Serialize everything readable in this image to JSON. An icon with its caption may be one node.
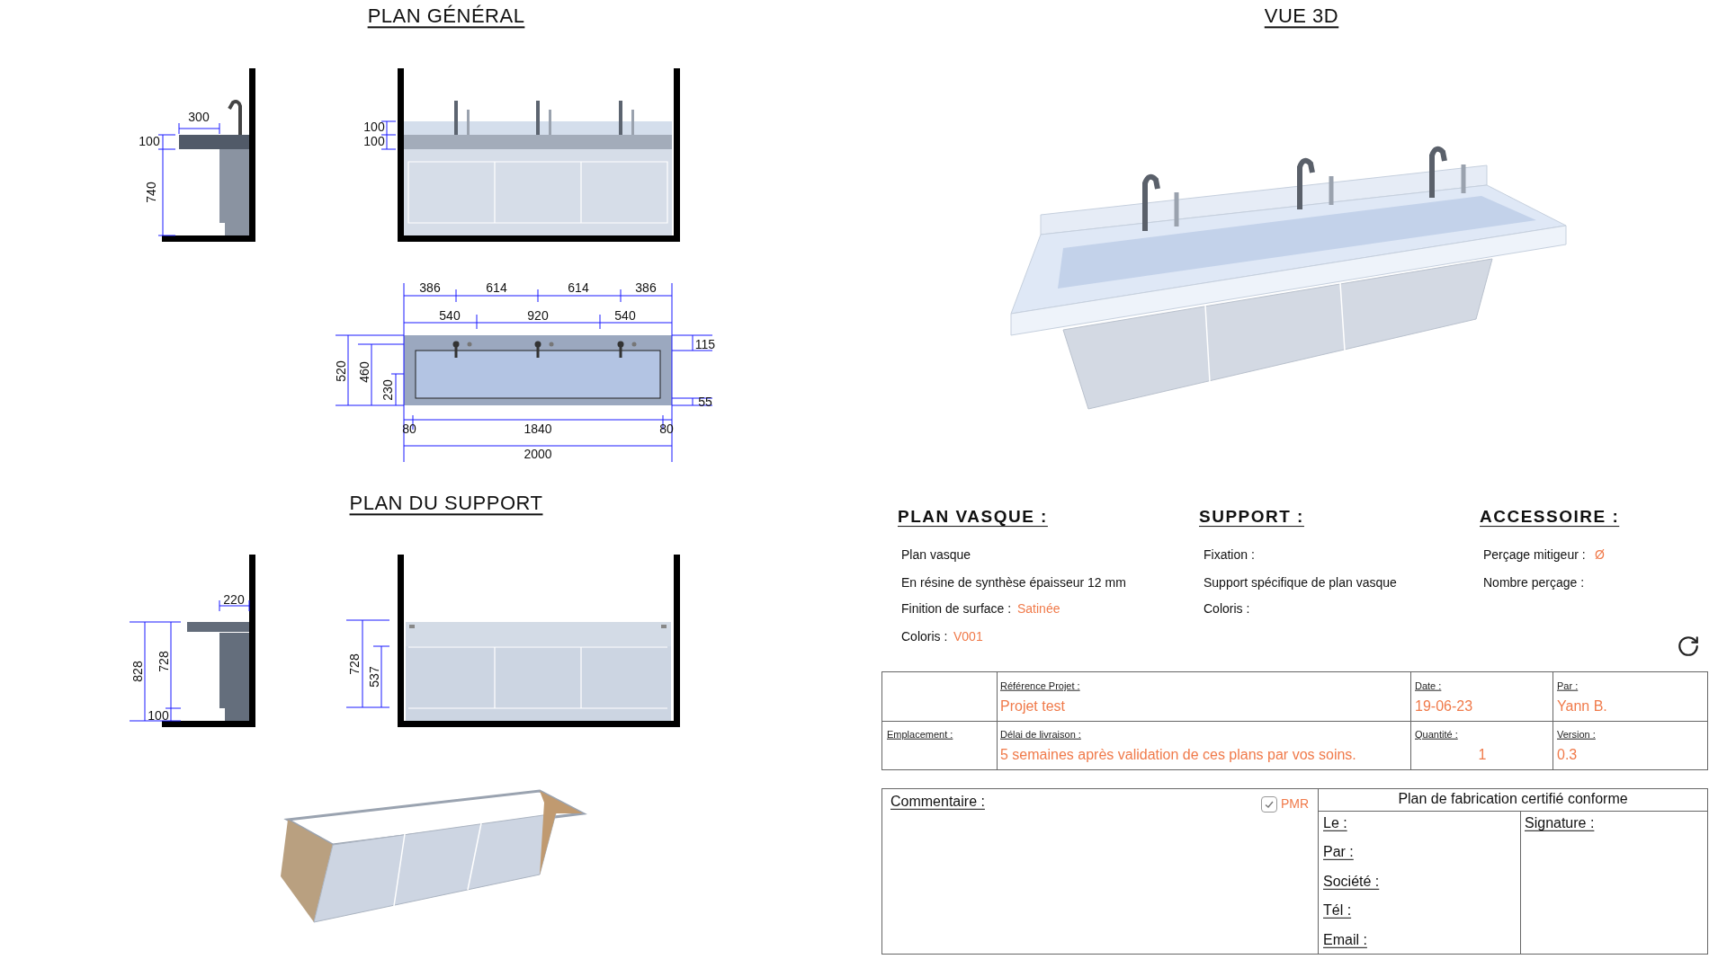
{
  "diagram": {
    "labels": [
      "PLAN GÉNÉRAL",
      "VUE 3D",
      "300",
      "100",
      "100",
      "100",
      "740",
      "386",
      "614",
      "614",
      "386",
      "540",
      "920",
      "540",
      "115",
      "520",
      "460",
      "230",
      "55",
      "80",
      "1840",
      "80",
      "2000",
      "PLAN DU SUPPORT",
      "PLAN VASQUE :",
      "SUPPORT :",
      "ACCESSOIRE :",
      "Plan vasque",
      "Fixation :",
      "Perçage mitigeur :",
      "Ø",
      "En résine de synthèse épaisseur 12 mm",
      "Support spécifique de plan vasque",
      "Nombre perçage :",
      "Finition de surface :",
      "Satinée",
      "Coloris :",
      "Coloris :",
      "V001",
      "220",
      "828",
      "728",
      "728",
      "537",
      "100",
      "Référence Projet :",
      "Projet test",
      "Date :",
      "19-06-23",
      "Par :",
      "Yann B.",
      "Emplacement :",
      "Délai de livraison :",
      "5 semaines après validation de ces plans par vos soins.",
      "Quantité :",
      "1",
      "Version :",
      "0.3",
      "Commentaire :",
      "PMR",
      "Plan de fabrication certifié conforme",
      "Le :",
      "Signature :",
      "Par :",
      "Société :",
      "Tél :",
      "Email :"
    ]
  }
}
